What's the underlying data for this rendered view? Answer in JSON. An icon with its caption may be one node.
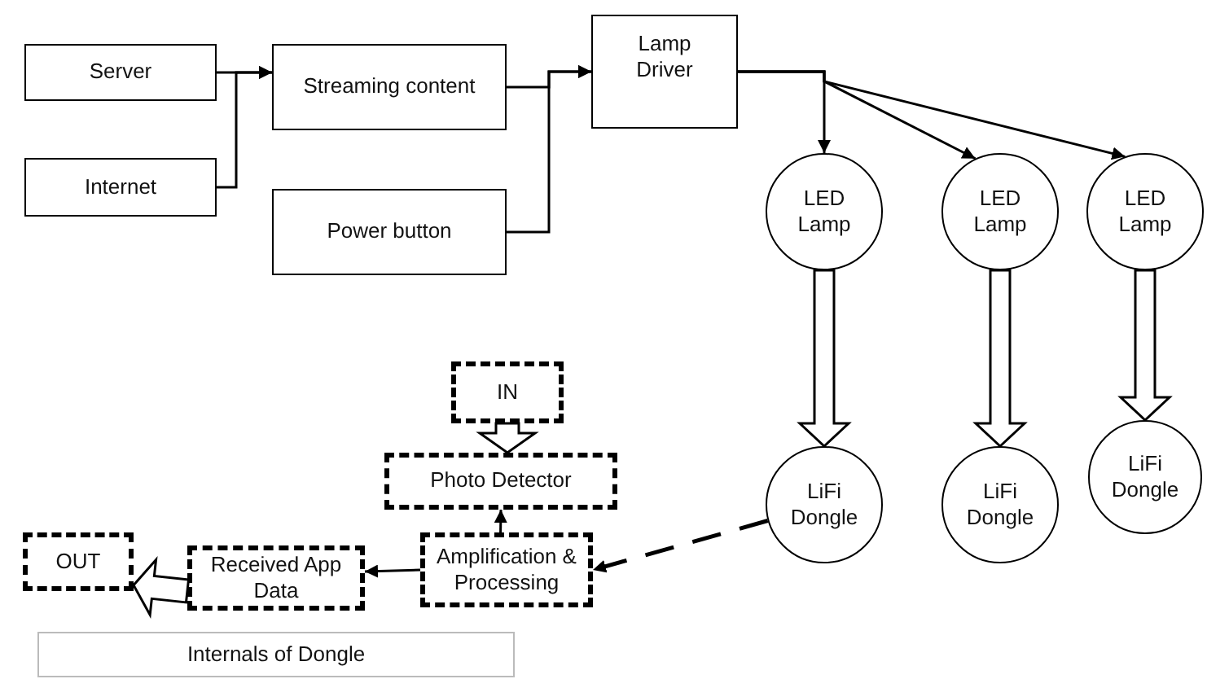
{
  "diagram": {
    "nodes": [
      {
        "text": [
          "Server"
        ]
      },
      {
        "text": [
          "Internet"
        ]
      },
      {
        "text": [
          "Streaming content"
        ]
      },
      {
        "text": [
          "Power button"
        ]
      },
      {
        "text": [
          "Lamp Driver"
        ]
      },
      {
        "text": [
          "LED Lamp"
        ]
      },
      {
        "text": [
          "LED Lamp"
        ]
      },
      {
        "text": [
          "LED Lamp"
        ]
      },
      {
        "text": [
          "LiFi Dongle"
        ]
      },
      {
        "text": [
          "LiFi Dongle"
        ]
      },
      {
        "text": [
          "LiFi Dongle"
        ]
      },
      {
        "text": [
          "IN"
        ]
      },
      {
        "text": [
          "Photo Detector"
        ]
      },
      {
        "text": [
          "Amplification & Processing"
        ]
      },
      {
        "text": [
          "Received App Data"
        ]
      },
      {
        "text": [
          "OUT"
        ]
      },
      {
        "text": [
          "Internals of Dongle"
        ]
      }
    ],
    "edges": [
      {
        "from": 0,
        "to": 2,
        "arrow": "to"
      },
      {
        "from": 1,
        "to": 2,
        "arrow": "to"
      },
      {
        "from": 2,
        "to": 4,
        "arrow": "to"
      },
      {
        "from": 3,
        "to": 4,
        "arrow": "to"
      },
      {
        "from": 4,
        "to": 5,
        "arrow": "to"
      },
      {
        "from": 4,
        "to": 6,
        "arrow": "to"
      },
      {
        "from": 4,
        "to": 7,
        "arrow": "to"
      },
      {
        "from": 5,
        "to": 8,
        "arrow": "to",
        "style": "thick"
      },
      {
        "from": 6,
        "to": 9,
        "arrow": "to",
        "style": "thick"
      },
      {
        "from": 7,
        "to": 10,
        "arrow": "to",
        "style": "thick"
      },
      {
        "from": 8,
        "to": 13,
        "arrow": "to",
        "style": "dashed"
      },
      {
        "from": 13,
        "to": 12,
        "arrow": "to"
      },
      {
        "from": 13,
        "to": 14,
        "arrow": "to"
      },
      {
        "from": 11,
        "to": 12,
        "arrow": "to",
        "style": "thick"
      },
      {
        "from": 14,
        "to": 15,
        "arrow": "to",
        "style": "thick"
      }
    ]
  }
}
